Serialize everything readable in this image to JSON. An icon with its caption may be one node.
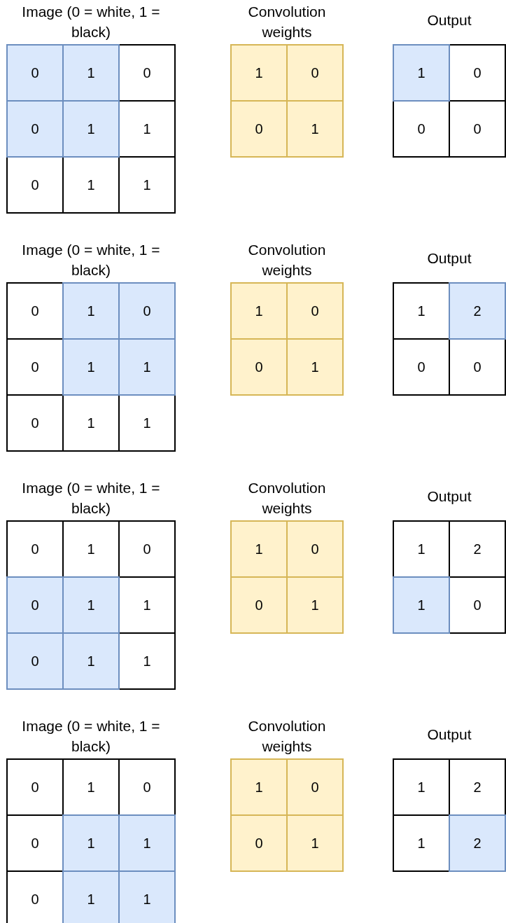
{
  "diagram": {
    "nodes": [
      {
        "text": [
          "Image (0 = white, 1 = black)"
        ]
      },
      {
        "text": [
          "0"
        ],
        "in": 0
      },
      {
        "text": [
          "1"
        ],
        "in": 0
      },
      {
        "text": [
          "0"
        ],
        "in": 0
      },
      {
        "text": [
          "0"
        ],
        "in": 0
      },
      {
        "text": [
          "1"
        ],
        "in": 0
      },
      {
        "text": [
          "1"
        ],
        "in": 0
      },
      {
        "text": [
          "0"
        ],
        "in": 0
      },
      {
        "text": [
          "1"
        ],
        "in": 0
      },
      {
        "text": [
          "1"
        ],
        "in": 0
      },
      {
        "text": [
          "Convolution weights"
        ]
      },
      {
        "text": [
          "1"
        ],
        "in": 10
      },
      {
        "text": [
          "0"
        ],
        "in": 10
      },
      {
        "text": [
          "0"
        ],
        "in": 10
      },
      {
        "text": [
          "1"
        ],
        "in": 10
      },
      {
        "text": [
          "Output"
        ]
      },
      {
        "text": [
          "1"
        ],
        "in": 15
      },
      {
        "text": [
          "0"
        ],
        "in": 15
      },
      {
        "text": [
          "0"
        ],
        "in": 15
      },
      {
        "text": [
          "0"
        ],
        "in": 15
      },
      {
        "text": [
          "Image (0 = white, 1 = black)"
        ]
      },
      {
        "text": [
          "0"
        ],
        "in": 20
      },
      {
        "text": [
          "1"
        ],
        "in": 20
      },
      {
        "text": [
          "0"
        ],
        "in": 20
      },
      {
        "text": [
          "0"
        ],
        "in": 20
      },
      {
        "text": [
          "1"
        ],
        "in": 20
      },
      {
        "text": [
          "1"
        ],
        "in": 20
      },
      {
        "text": [
          "0"
        ],
        "in": 20
      },
      {
        "text": [
          "1"
        ],
        "in": 20
      },
      {
        "text": [
          "1"
        ],
        "in": 20
      },
      {
        "text": [
          "Convolution weights"
        ]
      },
      {
        "text": [
          "1"
        ],
        "in": 30
      },
      {
        "text": [
          "0"
        ],
        "in": 30
      },
      {
        "text": [
          "0"
        ],
        "in": 30
      },
      {
        "text": [
          "1"
        ],
        "in": 30
      },
      {
        "text": [
          "Output"
        ]
      },
      {
        "text": [
          "1"
        ],
        "in": 35
      },
      {
        "text": [
          "2"
        ],
        "in": 35
      },
      {
        "text": [
          "0"
        ],
        "in": 35
      },
      {
        "text": [
          "0"
        ],
        "in": 35
      },
      {
        "text": [
          "Image (0 = white, 1 = black)"
        ]
      },
      {
        "text": [
          "0"
        ],
        "in": 40
      },
      {
        "text": [
          "1"
        ],
        "in": 40
      },
      {
        "text": [
          "0"
        ],
        "in": 40
      },
      {
        "text": [
          "0"
        ],
        "in": 40
      },
      {
        "text": [
          "1"
        ],
        "in": 40
      },
      {
        "text": [
          "1"
        ],
        "in": 40
      },
      {
        "text": [
          "0"
        ],
        "in": 40
      },
      {
        "text": [
          "1"
        ],
        "in": 40
      },
      {
        "text": [
          "1"
        ],
        "in": 40
      },
      {
        "text": [
          "Convolution weights"
        ]
      },
      {
        "text": [
          "1"
        ],
        "in": 50
      },
      {
        "text": [
          "0"
        ],
        "in": 50
      },
      {
        "text": [
          "0"
        ],
        "in": 50
      },
      {
        "text": [
          "1"
        ],
        "in": 50
      },
      {
        "text": [
          "Output"
        ]
      },
      {
        "text": [
          "1"
        ],
        "in": 55
      },
      {
        "text": [
          "2"
        ],
        "in": 55
      },
      {
        "text": [
          "1"
        ],
        "in": 55
      },
      {
        "text": [
          "0"
        ],
        "in": 55
      },
      {
        "text": [
          "Image (0 = white, 1 = black)"
        ]
      },
      {
        "text": [
          "0"
        ],
        "in": 60
      },
      {
        "text": [
          "1"
        ],
        "in": 60
      },
      {
        "text": [
          "0"
        ],
        "in": 60
      },
      {
        "text": [
          "0"
        ],
        "in": 60
      },
      {
        "text": [
          "1"
        ],
        "in": 60
      },
      {
        "text": [
          "1"
        ],
        "in": 60
      },
      {
        "text": [
          "0"
        ],
        "in": 60
      },
      {
        "text": [
          "1"
        ],
        "in": 60
      },
      {
        "text": [
          "1"
        ],
        "in": 60
      },
      {
        "text": [
          "Convolution weights"
        ]
      },
      {
        "text": [
          "1"
        ],
        "in": 70
      },
      {
        "text": [
          "0"
        ],
        "in": 70
      },
      {
        "text": [
          "0"
        ],
        "in": 70
      },
      {
        "text": [
          "1"
        ],
        "in": 70
      },
      {
        "text": [
          "Output"
        ]
      },
      {
        "text": [
          "1"
        ],
        "in": 75
      },
      {
        "text": [
          "2"
        ],
        "in": 75
      },
      {
        "text": [
          "1"
        ],
        "in": 75
      },
      {
        "text": [
          "2"
        ],
        "in": 75
      }
    ]
  }
}
